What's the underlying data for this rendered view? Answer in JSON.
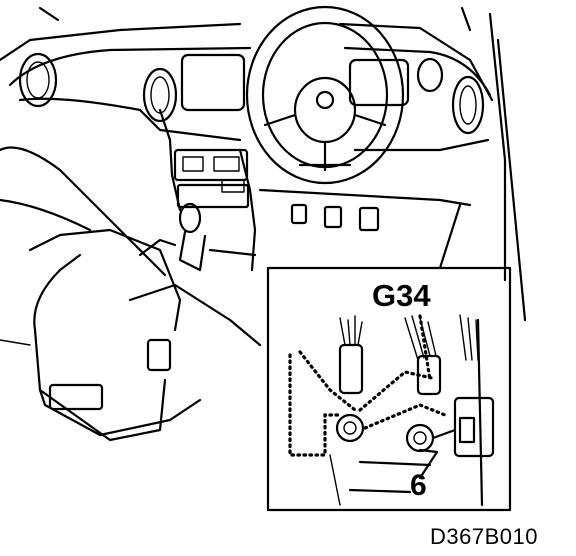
{
  "labels": {
    "connector": "G34",
    "callout": "6",
    "figure_id": "D367B010"
  },
  "colors": {
    "ink": "#000000",
    "paper": "#ffffff"
  }
}
